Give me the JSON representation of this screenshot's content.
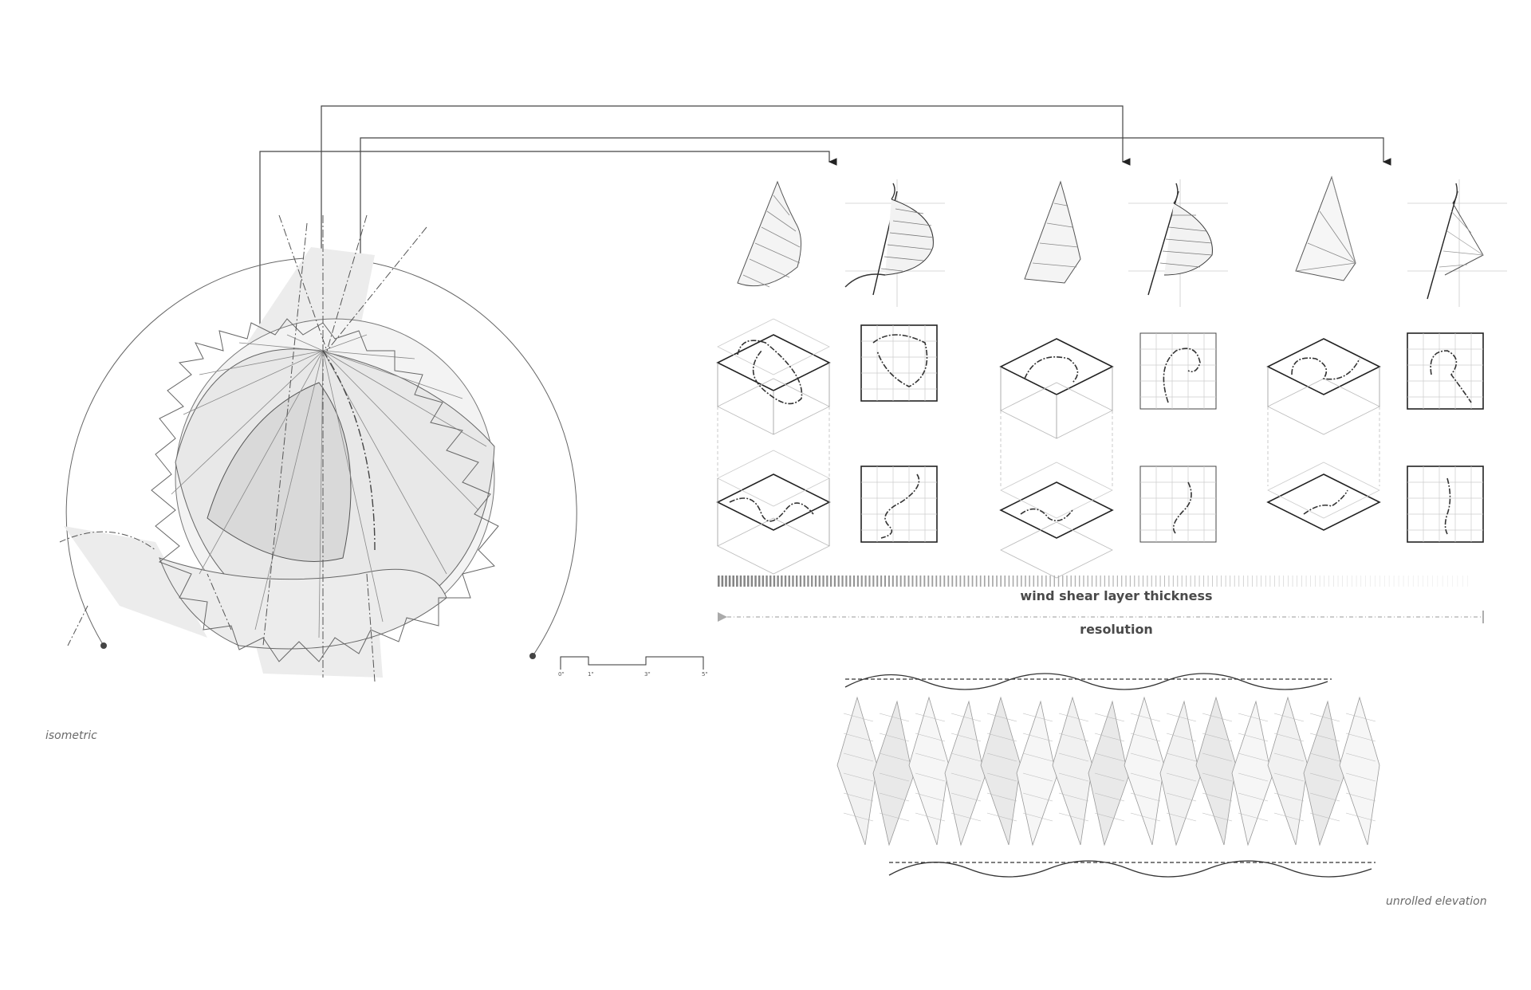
{
  "captions": {
    "isometric": "isometric",
    "unrolled": "unrolled elevation"
  },
  "bars": {
    "thickness": "wind shear layer thickness",
    "resolution": "resolution"
  },
  "scale": {
    "ticks": [
      "0\"",
      "1\"",
      "3\"",
      "5\""
    ]
  },
  "colors": {
    "line": "#3a3a3a",
    "light": "#b5b5b5",
    "shade": "#e6e6e6"
  }
}
